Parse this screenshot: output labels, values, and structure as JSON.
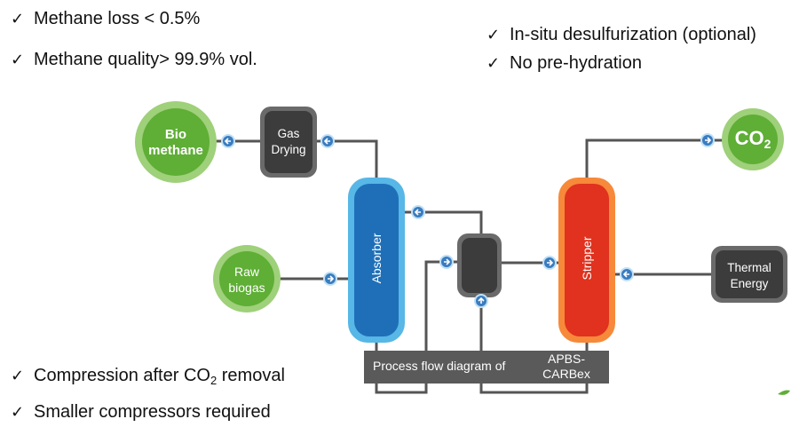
{
  "bullets": {
    "methane_loss": "Methane loss < 0.5%",
    "methane_quality": "Methane quality> 99.9% vol.",
    "desulfurization": "In-situ desulfurization (optional)",
    "no_prehydration": "No pre-hydration",
    "compression_pre": "Compression after CO",
    "compression_sub": "2",
    "compression_post": " removal",
    "smaller_compressors": "Smaller compressors required"
  },
  "diagram": {
    "bio_methane_line1": "Bio",
    "bio_methane_line2": "methane",
    "gas_drying_line1": "Gas",
    "gas_drying_line2": "Drying",
    "absorber": "Absorber",
    "stripper": "Stripper",
    "raw_biogas_line1": "Raw",
    "raw_biogas_line2": "biogas",
    "thermal_energy_line1": "Thermal",
    "thermal_energy_line2": "Energy",
    "co2_main": "CO",
    "co2_sub": "2",
    "caption_main": "Process flow diagram of",
    "caption_line1": "APBS-",
    "caption_line2": "CARBex"
  },
  "colors": {
    "green_fill": "#5fae36",
    "green_ring": "#9fd07a",
    "gray_box": "#3c3c3c",
    "blue_column": "#1f6fb8",
    "blue_ring": "#57b7e6",
    "red_column": "#e0321e",
    "orange_ring": "#f7893a",
    "arrow_fill": "#3a7cc0"
  }
}
